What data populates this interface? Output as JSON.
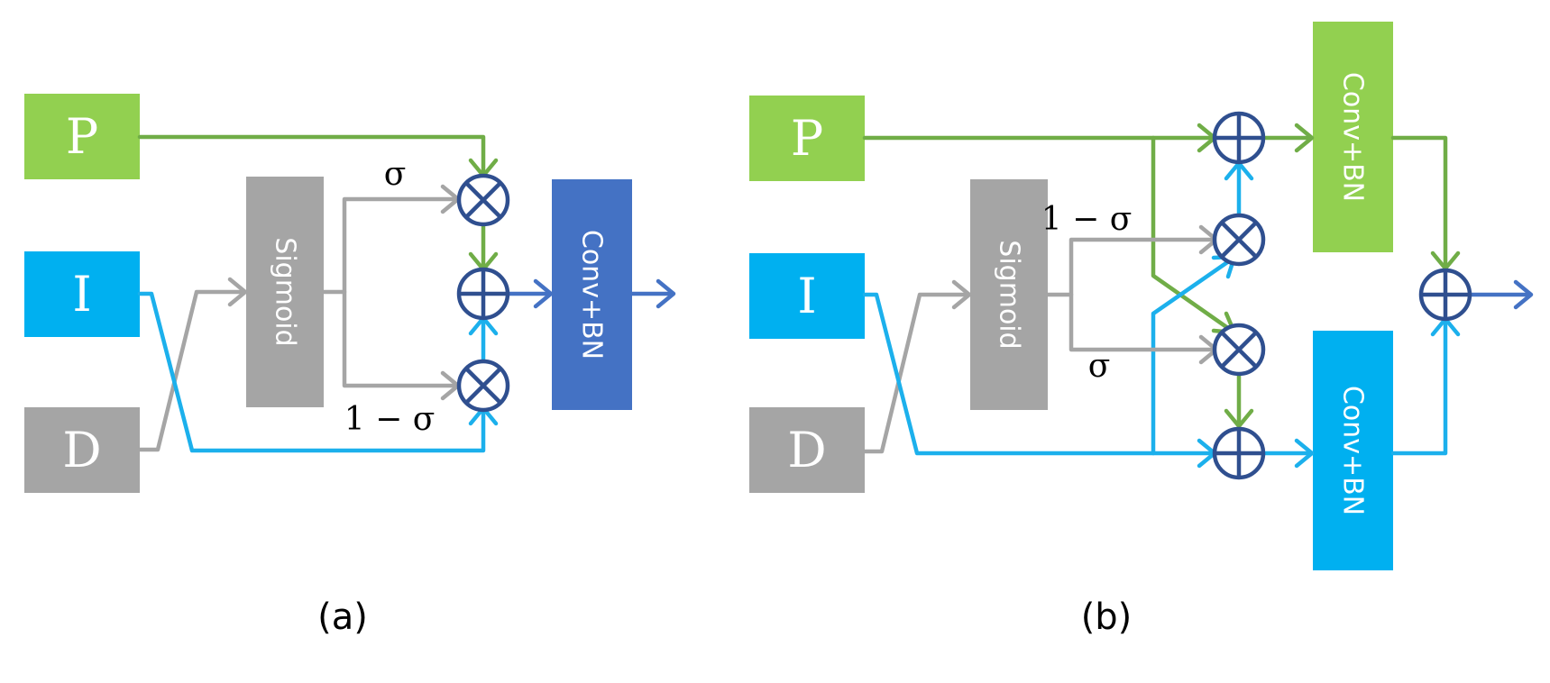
{
  "colors": {
    "green": "#92d050",
    "green_line": "#70ad47",
    "cyan": "#00b0f0",
    "cyan_line": "#1cb0ec",
    "gray": "#a5a5a5",
    "blue_box": "#4472c4",
    "node": "#2f4f8f",
    "blue_line": "#4472c4"
  },
  "panel_a": {
    "caption": "(a)",
    "inputs": {
      "p": "P",
      "i": "I",
      "d": "D"
    },
    "sigmoid": "Sigmoid",
    "conv": "Conv+BN",
    "sigma": "σ",
    "one_minus_sigma": "1 − σ"
  },
  "panel_b": {
    "caption": "(b)",
    "inputs": {
      "p": "P",
      "i": "I",
      "d": "D"
    },
    "sigmoid": "Sigmoid",
    "conv_top": "Conv+BN",
    "conv_bottom": "Conv+BN",
    "sigma": "σ",
    "one_minus_sigma": "1 − σ"
  }
}
